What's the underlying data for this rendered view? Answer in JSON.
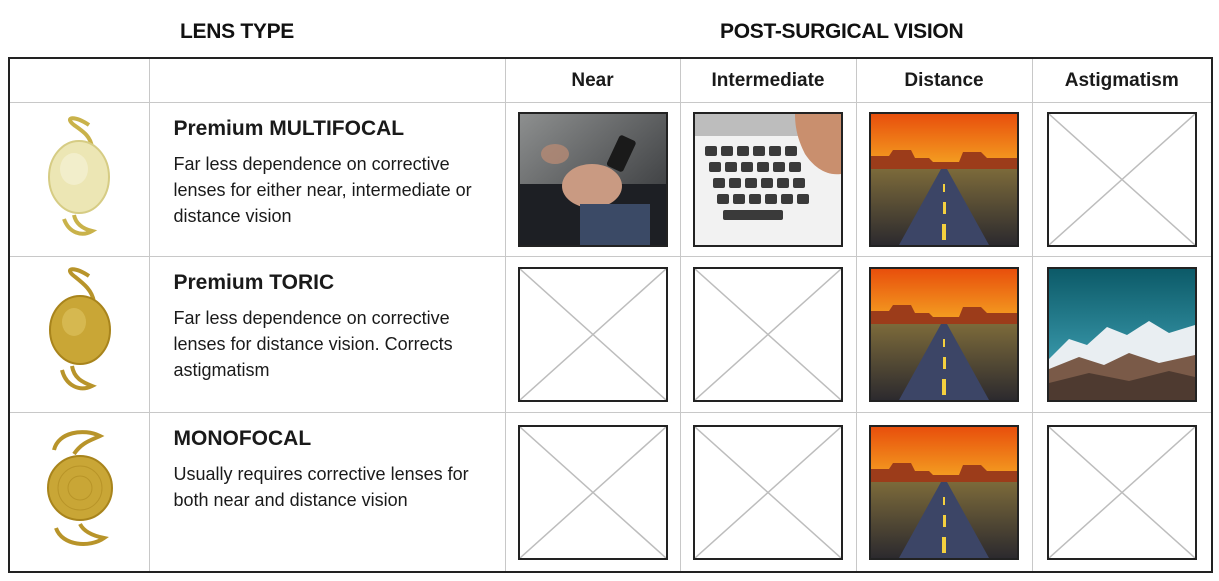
{
  "header": {
    "lens_type": "LENS TYPE",
    "post_surgical": "POST-SURGICAL VISION"
  },
  "columns": [
    "Near",
    "Intermediate",
    "Distance",
    "Astigmatism"
  ],
  "rows": [
    {
      "title": "Premium MULTIFOCAL",
      "description": "Far less dependence on corrective lenses for either near, intermediate or distance vision",
      "lens_icon": "pale-lens-icon",
      "cells": [
        "phone-photo",
        "laptop-photo",
        "road-photo",
        "placeholder"
      ]
    },
    {
      "title": "Premium TORIC",
      "description": "Far less dependence on corrective lenses for distance vision. Corrects astigmatism",
      "lens_icon": "gold-lens-icon",
      "cells": [
        "placeholder",
        "placeholder",
        "road-photo",
        "mountain-photo"
      ]
    },
    {
      "title": "MONOFOCAL",
      "description": "Usually requires corrective lenses for both near and distance vision",
      "lens_icon": "gold-lens-icon",
      "cells": [
        "placeholder",
        "placeholder",
        "road-photo",
        "placeholder"
      ]
    }
  ],
  "colors": {
    "border": "#222222",
    "grid": "#c8c8c8",
    "lens_pale": "#e9e3a8",
    "lens_gold": "#c9a636"
  }
}
